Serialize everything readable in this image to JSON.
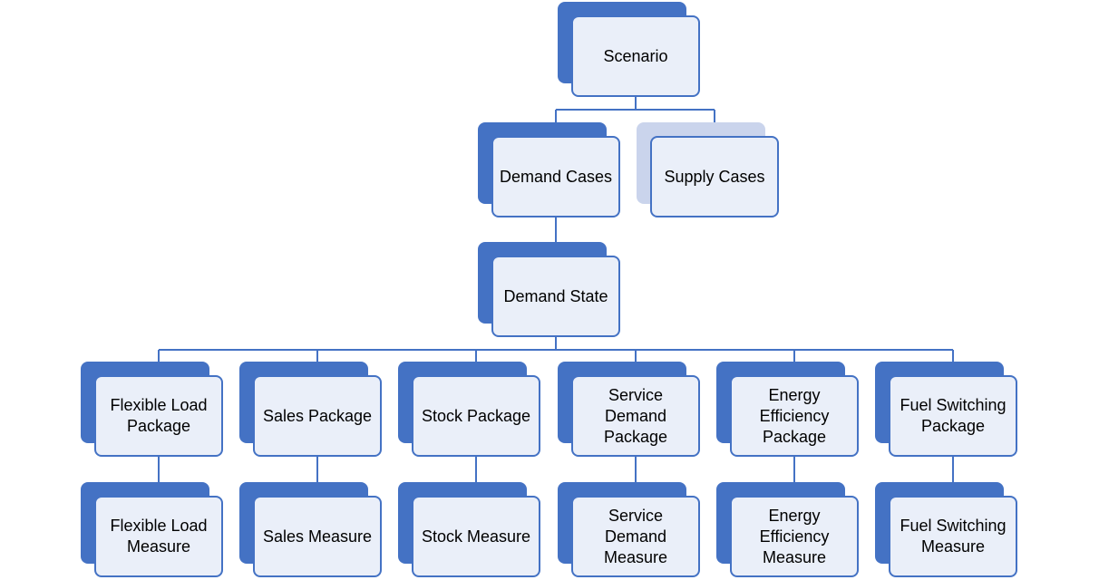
{
  "diagram": {
    "nodes": {
      "scenario": {
        "label": "Scenario"
      },
      "demand_cases": {
        "label": "Demand Cases"
      },
      "supply_cases": {
        "label": "Supply Cases"
      },
      "demand_state": {
        "label": "Demand State"
      },
      "flex_pkg": {
        "label": "Flexible Load Package"
      },
      "sales_pkg": {
        "label": "Sales Package"
      },
      "stock_pkg": {
        "label": "Stock Package"
      },
      "service_pkg": {
        "label": "Service Demand Package"
      },
      "ee_pkg": {
        "label": "Energy Efficiency Package"
      },
      "fuel_pkg": {
        "label": "Fuel Switching Package"
      },
      "flex_measure": {
        "label": "Flexible Load Measure"
      },
      "sales_measure": {
        "label": "Sales Measure"
      },
      "stock_measure": {
        "label": "Stock Measure"
      },
      "service_measure": {
        "label": "Service Demand Measure"
      },
      "ee_measure": {
        "label": "Energy Efficiency Measure"
      },
      "fuel_measure": {
        "label": "Fuel Switching Measure"
      }
    },
    "edges": [
      [
        "scenario",
        "demand_cases"
      ],
      [
        "scenario",
        "supply_cases"
      ],
      [
        "demand_cases",
        "demand_state"
      ],
      [
        "demand_state",
        "flex_pkg"
      ],
      [
        "demand_state",
        "sales_pkg"
      ],
      [
        "demand_state",
        "stock_pkg"
      ],
      [
        "demand_state",
        "service_pkg"
      ],
      [
        "demand_state",
        "ee_pkg"
      ],
      [
        "demand_state",
        "fuel_pkg"
      ],
      [
        "flex_pkg",
        "flex_measure"
      ],
      [
        "sales_pkg",
        "sales_measure"
      ],
      [
        "stock_pkg",
        "stock_measure"
      ],
      [
        "service_pkg",
        "service_measure"
      ],
      [
        "ee_pkg",
        "ee_measure"
      ],
      [
        "fuel_pkg",
        "fuel_measure"
      ]
    ],
    "colors": {
      "accent": "#4472c4",
      "light_accent": "#cad4ec",
      "box_fill": "#eaeff9"
    }
  }
}
